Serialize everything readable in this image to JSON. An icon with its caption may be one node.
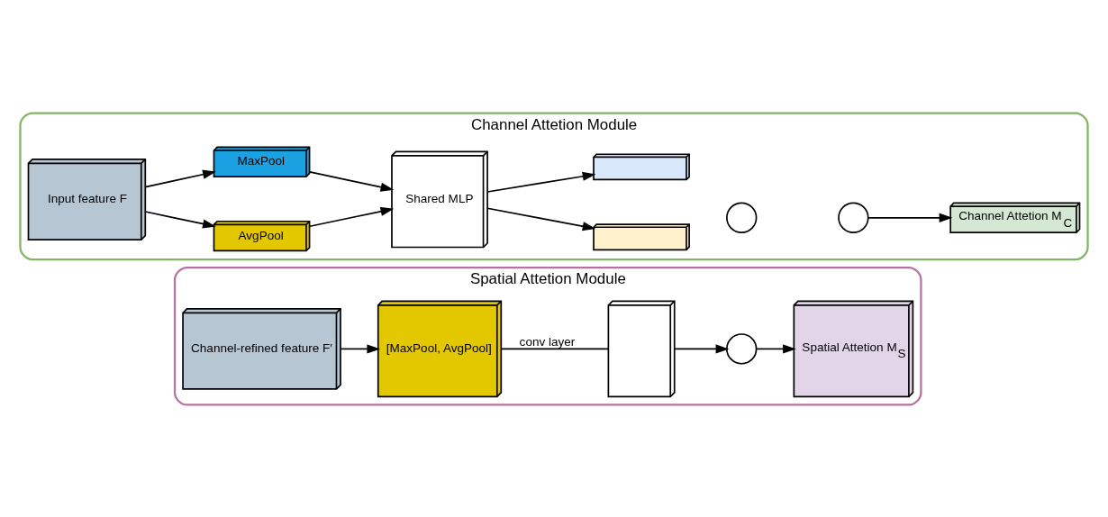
{
  "diagram": {
    "nodes": [
      {
        "text": [
          "Channel Attetion Module"
        ]
      },
      {
        "text": [
          "Input feature F"
        ],
        "in": 0
      },
      {
        "text": [
          "MaxPool"
        ],
        "in": 0
      },
      {
        "text": [
          "AvgPool"
        ],
        "in": 0
      },
      {
        "text": [
          "Shared MLP"
        ],
        "in": 0
      },
      {
        "text": [],
        "shape": "bar",
        "in": 0
      },
      {
        "text": [],
        "shape": "bar",
        "in": 0
      },
      {
        "text": [],
        "shape": "circle",
        "in": 0
      },
      {
        "text": [],
        "shape": "circle",
        "in": 0
      },
      {
        "text": [
          "Channel Attetion M$_{C}$"
        ],
        "in": 0
      },
      {
        "text": [
          "Spatial Attetion Module"
        ]
      },
      {
        "text": [
          "Channel-refined feature F′"
        ],
        "in": 10
      },
      {
        "text": [
          "[MaxPool, AvgPool]"
        ],
        "in": 10
      },
      {
        "text": [],
        "shape": "box",
        "in": 10
      },
      {
        "text": [],
        "shape": "circle",
        "in": 10
      },
      {
        "text": [
          "Spatial Attetion M$_{S}$"
        ],
        "in": 10
      }
    ],
    "edges": [
      {
        "from": 1,
        "to": 2,
        "arrow": "to"
      },
      {
        "from": 1,
        "to": 3,
        "arrow": "to"
      },
      {
        "from": 2,
        "to": 4,
        "arrow": "to"
      },
      {
        "from": 3,
        "to": 4,
        "arrow": "to"
      },
      {
        "from": 4,
        "to": 5,
        "arrow": "to"
      },
      {
        "from": 4,
        "to": 6,
        "arrow": "to"
      },
      {
        "from": 8,
        "to": 9,
        "arrow": "to"
      },
      {
        "from": 11,
        "to": 12,
        "arrow": "to"
      },
      {
        "from": 12,
        "to": 13,
        "arrow": "none",
        "label": "conv layer"
      },
      {
        "from": 13,
        "to": 14,
        "arrow": "to"
      },
      {
        "from": 14,
        "to": 15,
        "arrow": "to"
      }
    ]
  }
}
